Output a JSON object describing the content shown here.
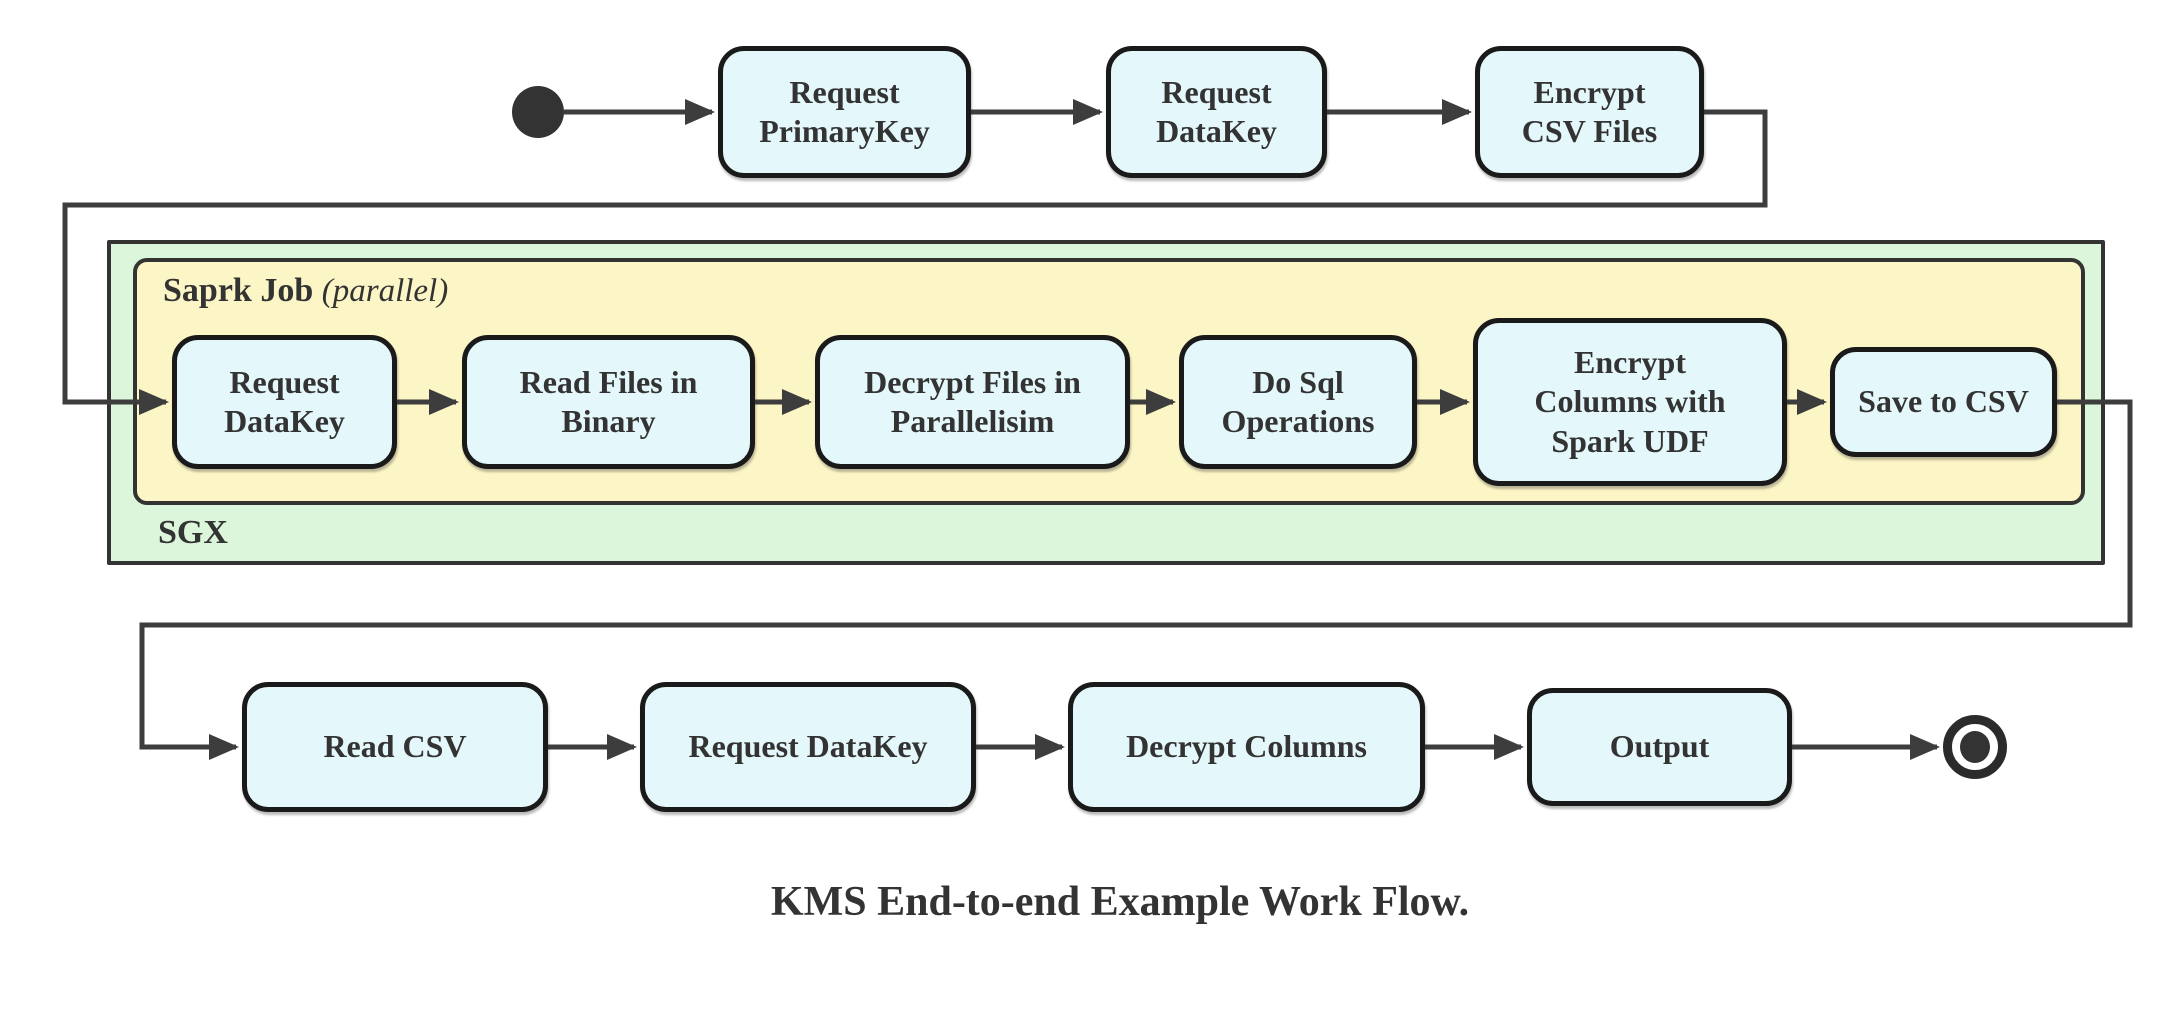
{
  "diagram": {
    "caption": "KMS End-to-end Example Work Flow.",
    "start_icon": "filled-circle-start-state",
    "end_icon": "bullseye-end-state",
    "top_row": {
      "nodes": [
        {
          "label": "Request\nPrimaryKey"
        },
        {
          "label": "Request\nDataKey"
        },
        {
          "label": "Encrypt\nCSV Files"
        }
      ]
    },
    "sgx_container": {
      "label": "SGX",
      "spark_container": {
        "label_bold": "Saprk Job",
        "label_italic": "(parallel)",
        "nodes": [
          {
            "label": "Request\nDataKey"
          },
          {
            "label": "Read Files in\nBinary"
          },
          {
            "label": "Decrypt Files in\nParallelisim"
          },
          {
            "label": "Do Sql\nOperations"
          },
          {
            "label": "Encrypt\nColumns with\nSpark UDF"
          },
          {
            "label": "Save to CSV"
          }
        ]
      }
    },
    "bottom_row": {
      "nodes": [
        {
          "label": "Read CSV"
        },
        {
          "label": "Request DataKey"
        },
        {
          "label": "Decrypt Columns"
        },
        {
          "label": "Output"
        }
      ]
    }
  },
  "colors": {
    "node_fill": "#e4f7fa",
    "node_border": "#1a1a1a",
    "sgx_fill": "#dcf6dc",
    "spark_fill": "#fcf5c5",
    "container_border": "#333333",
    "connector": "#3d3d3d",
    "text": "#333333"
  }
}
